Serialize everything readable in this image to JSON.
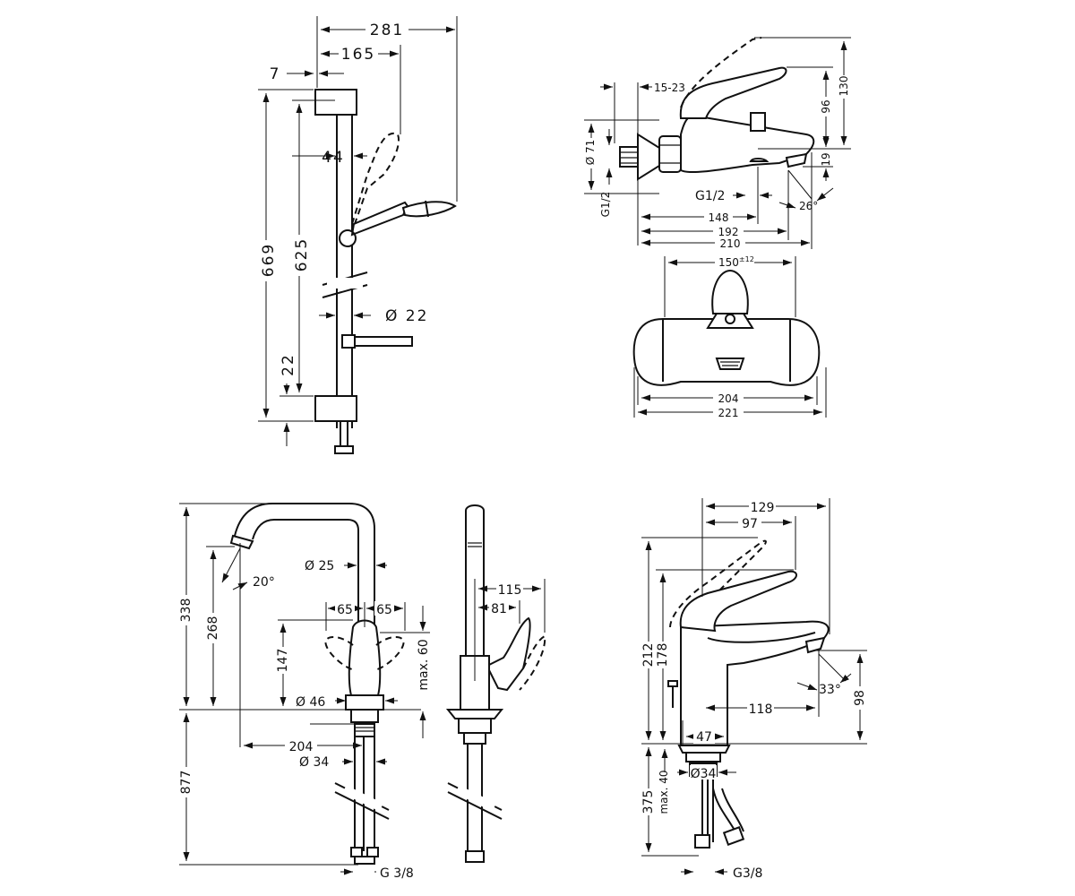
{
  "shower": {
    "w281": "281",
    "w165": "165",
    "w7": "7",
    "w44": "44",
    "h669": "669",
    "h625": "625",
    "d22": "Ø 22",
    "h22": "22"
  },
  "bath": {
    "d1523": "15-23",
    "h130": "130",
    "h96": "96",
    "h19": "19",
    "dia71": "Ø 71",
    "g12a": "G1/2",
    "g12b": "G1/2",
    "ang26": "26°",
    "w148": "148",
    "w192": "192",
    "w210": "210"
  },
  "bathfront": {
    "w150": "150",
    "tol": "±12",
    "w204": "204",
    "w221": "221"
  },
  "kitchen": {
    "h338": "338",
    "h268": "268",
    "ang20": "20°",
    "dia25": "Ø 25",
    "w65a": "65",
    "w65b": "65",
    "h147": "147",
    "max60": "max. 60",
    "dia46": "Ø 46",
    "w204": "204",
    "dia34": "Ø 34",
    "h877": "877",
    "g38": "G 3/8"
  },
  "kitchenside": {
    "w115": "115",
    "w81": "81"
  },
  "basin": {
    "w129": "129",
    "w97": "97",
    "h212": "212",
    "h178": "178",
    "ang33": "33°",
    "h98": "98",
    "w118": "118",
    "w47": "47",
    "dia34": "Ø34",
    "max40": "max. 40",
    "h375": "375",
    "g38": "G3/8"
  }
}
